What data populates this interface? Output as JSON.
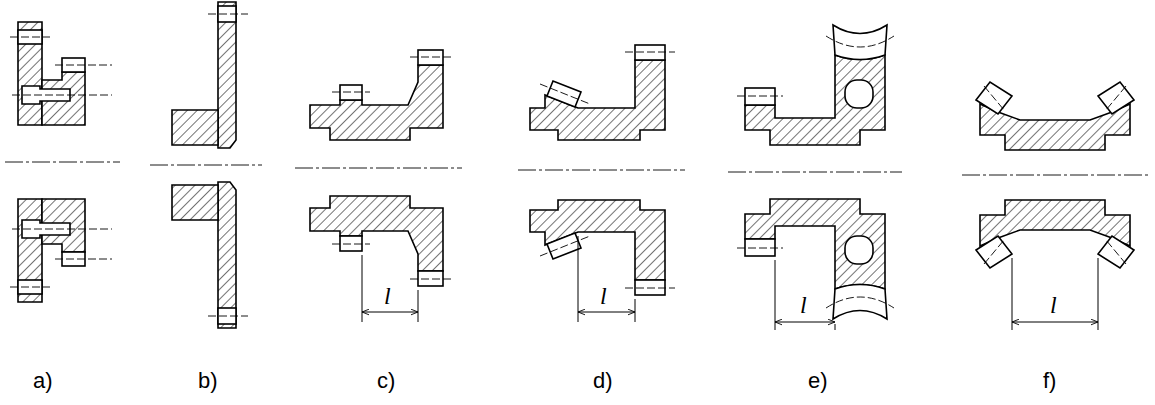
{
  "diagram": {
    "labels": [
      "l",
      "l",
      "l",
      "l",
      "a)",
      "b)",
      "c)",
      "d)",
      "e)",
      "f)"
    ]
  }
}
